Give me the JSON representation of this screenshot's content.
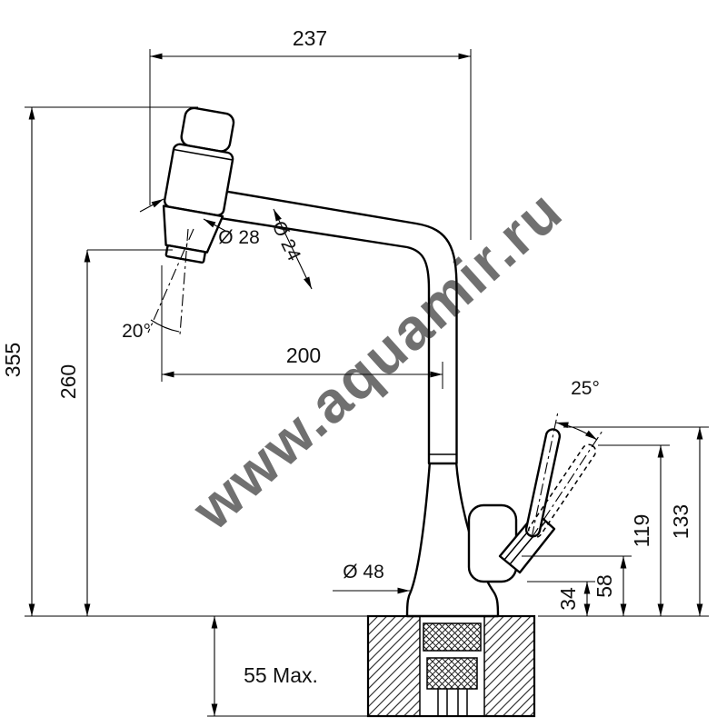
{
  "colors": {
    "line": "#000000",
    "watermark": "#aaaaaa",
    "background": "#ffffff"
  },
  "watermark": "www.aquamir.ru",
  "dimensions": {
    "top_width": "237",
    "overall_height": "355",
    "spout_outlet_height": "260",
    "spout_reach": "200",
    "spout_angle": "20°",
    "spray_head_diameter": "Ø 28",
    "spout_pipe_diameter": "Ø 24",
    "handle_swing_angle": "25°",
    "handle_top_height": "133",
    "handle_pivot_height": "119",
    "valve_body_top_height": "58",
    "valve_body_bottom_height": "34",
    "base_diameter": "Ø 48",
    "max_counter_thickness": "55 Max."
  }
}
